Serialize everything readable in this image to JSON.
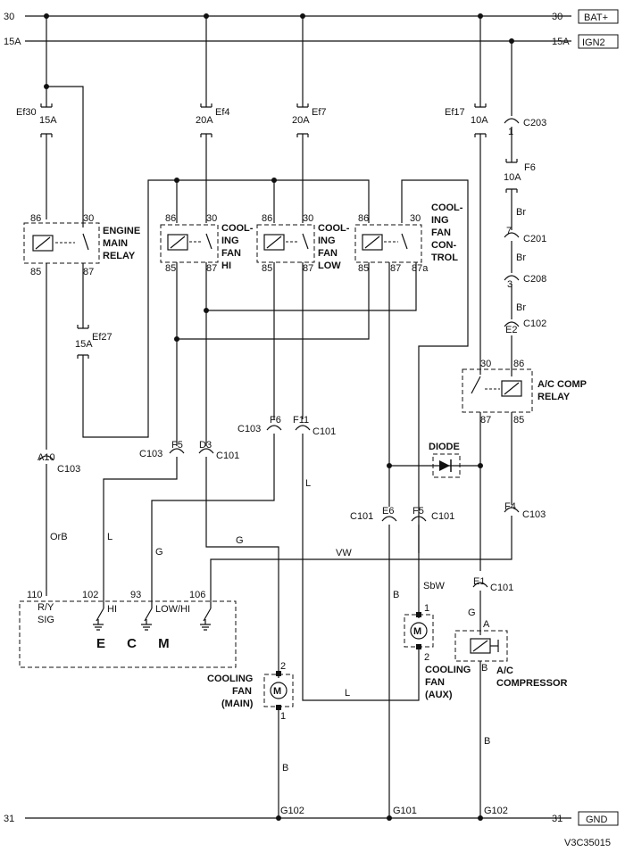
{
  "rails": {
    "bat_left": "30",
    "bat_right": "30",
    "bat_label": "BAT+",
    "ign_left": "15A",
    "ign_right": "15A",
    "ign_label": "IGN2",
    "gnd_left": "31",
    "gnd_right": "31",
    "gnd_label": "GND"
  },
  "fuses": [
    {
      "name": "Ef30",
      "rating": "15A"
    },
    {
      "name": "Ef4",
      "rating": "20A"
    },
    {
      "name": "Ef7",
      "rating": "20A"
    },
    {
      "name": "Ef17",
      "rating": "10A"
    },
    {
      "name": "F6",
      "rating": "10A"
    },
    {
      "name": "Ef27",
      "rating": "15A"
    }
  ],
  "relays": {
    "engine_main": {
      "label": [
        "ENGINE",
        "MAIN",
        "RELAY"
      ],
      "pins": [
        "86",
        "30",
        "85",
        "87"
      ]
    },
    "fan_hi": {
      "label": [
        "COOL-",
        "ING",
        "FAN",
        "HI"
      ],
      "pins": [
        "86",
        "30",
        "85",
        "87"
      ]
    },
    "fan_low": {
      "label": [
        "COOL-",
        "ING",
        "FAN",
        "LOW"
      ],
      "pins": [
        "86",
        "30",
        "85",
        "87"
      ]
    },
    "fan_control": {
      "label": [
        "COOL-",
        "ING",
        "FAN",
        "CON-",
        "TROL"
      ],
      "pins": [
        "86",
        "30",
        "85",
        "87",
        "87a"
      ]
    },
    "ac_comp": {
      "label": [
        "A/C COMP",
        "RELAY"
      ],
      "pins": [
        "30",
        "86",
        "87",
        "85"
      ]
    }
  },
  "connectors": {
    "c203": {
      "pin": "1",
      "name": "C203"
    },
    "c201": {
      "pin": "7",
      "name": "C201"
    },
    "c208": {
      "pin": "3",
      "name": "C208"
    },
    "c102": {
      "pin": "E2",
      "name": "C102"
    },
    "a10": {
      "pin": "A10",
      "name": "C103"
    },
    "f6_c103": {
      "pin": "F6",
      "name": "C103"
    },
    "f11_c101": {
      "pin": "F11",
      "name": "C101"
    },
    "f5_c103": {
      "pin": "F5",
      "name": "C103"
    },
    "d3_c101": {
      "pin": "D3",
      "name": "C101"
    },
    "e6_c101": {
      "pin": "E6",
      "name": "C101"
    },
    "f5_c101": {
      "pin": "F5",
      "name": "C101"
    },
    "f4_c103": {
      "pin": "F4",
      "name": "C103"
    },
    "e1_c101": {
      "pin": "E1",
      "name": "C101"
    }
  },
  "wire_colors": {
    "br1": "Br",
    "br2": "Br",
    "br3": "Br",
    "orb": "OrB",
    "l1": "L",
    "g1": "G",
    "g2": "G",
    "l2": "L",
    "vw": "VW",
    "sbw": "SbW",
    "b1": "B",
    "g3": "G",
    "b2": "B",
    "b3": "B",
    "l3": "L"
  },
  "diode": "DIODE",
  "ecm": {
    "title": "E C M",
    "pins": [
      {
        "num": "110",
        "label": "R/Y",
        "label2": "SIG"
      },
      {
        "num": "102",
        "label": "HI"
      },
      {
        "num": "93",
        "label": "LOW/HI"
      },
      {
        "num": "106",
        "label": ""
      }
    ]
  },
  "motors": {
    "main": {
      "label": [
        "COOLING",
        "FAN",
        "(MAIN)"
      ],
      "pin_top": "2",
      "pin_bottom": "1"
    },
    "aux": {
      "label": [
        "COOLING",
        "FAN",
        "(AUX)"
      ],
      "pin_top": "1",
      "pin_bottom": "2"
    }
  },
  "compressor": {
    "label": [
      "A/C",
      "COMPRESSOR"
    ],
    "pin_top": "A",
    "pin_bottom": "B"
  },
  "grounds": [
    "G102",
    "G101",
    "G102"
  ],
  "figure_id": "V3C35015"
}
